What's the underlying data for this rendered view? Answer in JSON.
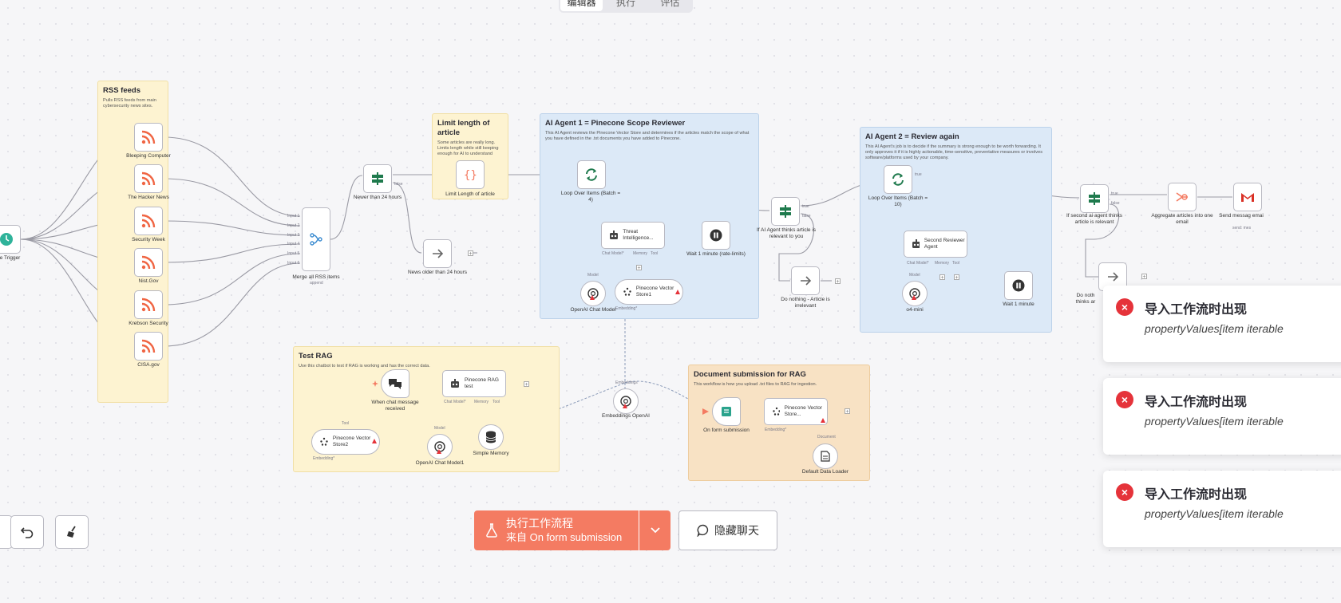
{
  "top_tabs": [
    "编辑器",
    "执行",
    "评估"
  ],
  "stickies": {
    "rss": {
      "title": "RSS feeds",
      "desc": "Pulls RSS feeds from main cybersecurity news sites."
    },
    "limit": {
      "title": "Limit length of article",
      "desc": "Some articles are really long. Limits length while still keeping enough for AI to understand"
    },
    "agent1": {
      "title": "AI Agent 1 = Pinecone Scope Reviewer",
      "desc": "This AI Agent reviews the Pinecone Vector Store and determines if the articles match the scope of what you have defined in the .txt documents you have added to Pinecone."
    },
    "agent2": {
      "title": "AI Agent 2 = Review again",
      "desc": "This AI Agent's job is to decide if the summary is strong enough to be worth forwarding. It only approves it if it is highly actionable, time-sensitive, preventative measures or involves software/platforms used by your company."
    },
    "rag": {
      "title": "Test RAG",
      "desc": "Use this chatbot to test if RAG is working and has the correct data."
    },
    "doc": {
      "title": "Document submission for RAG",
      "desc": "This workflow is how you upload .txt files to RAG for ingestion."
    }
  },
  "nodes": {
    "schedule": "ule Trigger",
    "bleeping": "Bleeping Computer",
    "hackernews": "The Hacker News",
    "securityweek": "Security Week",
    "nist": "Nist.Gov",
    "krebs": "Krebson Security",
    "cisa": "CISA.gov",
    "merge": "Merge all RSS items",
    "merge_sub": "append",
    "merge_inputs": [
      "Input 1",
      "Input 2",
      "Input 3",
      "Input 4",
      "Input 5",
      "Input 6"
    ],
    "newer": "Newer than 24 hours",
    "news_older": "News older than 24 hours",
    "limit_node": "Limit Length of article",
    "loop1": "Loop Over Items (Batch = 4)",
    "threat": "Threat Intelligence...",
    "wait1": "Wait 1 minute (rate-limits)",
    "openai_chat": "OpenAI Chat Model",
    "pinecone1": "Pinecone Vector Store1",
    "if1": "If AI Agent thinks article is relevant to you",
    "donothing1": "Do nothing - Article is irrelevant",
    "loop2": "Loop Over Items (Batch = 10)",
    "second_reviewer": "Second Reviewer Agent",
    "o4mini": "o4-mini",
    "wait2": "Wait 1 minute",
    "if2": "If second ai agent thinks article is relevant",
    "aggregate": "Aggregate articles into one email",
    "send": "Send messag emai",
    "send_sub": "send: mes",
    "donothing2": "Do noth thinks ar",
    "chat_trigger": "When chat message received",
    "pinecone_rag": "Pinecone RAG test",
    "pinecone2": "Pinecone Vector Store2",
    "openai_chat1": "OpenAI Chat Model1",
    "simple_memory": "Simple Memory",
    "embeddings": "Embeddings OpenAI",
    "form_submit": "On form submission",
    "pinecone_store": "Pinecone Vector Store...",
    "data_loader": "Default Data Loader"
  },
  "conn_labels": {
    "true": "true",
    "false": "false",
    "chat_model": "Chat Model*",
    "memory": "Memory",
    "tool": "Tool",
    "model": "Model",
    "embedding": "Embedding*",
    "embeddings": "Embeddings",
    "document": "Document"
  },
  "toolbar": {
    "execute_line1": "执行工作流程",
    "execute_line2": "来自 On form submission",
    "hide_chat": "隐藏聊天"
  },
  "toasts": [
    {
      "title": "导入工作流时出现",
      "message": "propertyValues[item iterable"
    },
    {
      "title": "导入工作流时出现",
      "message": "propertyValues[item iterable"
    },
    {
      "title": "导入工作流时出现",
      "message": "propertyValues[item iterable"
    }
  ],
  "colors": {
    "accent": "#f47b62",
    "rss": "#f06543",
    "if_green": "#1f7a4d",
    "error": "#e5333a"
  }
}
